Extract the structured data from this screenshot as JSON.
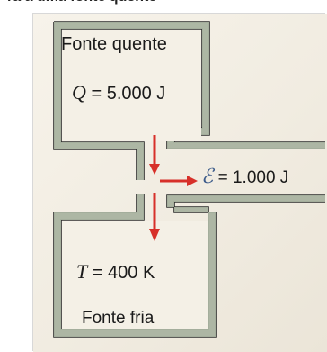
{
  "caption": {
    "partial_text": "ra a uma fonte quente"
  },
  "diagram": {
    "hot_source": {
      "title": "Fonte quente",
      "q_symbol": "Q",
      "q_value": "= 5.000 J"
    },
    "cold_source": {
      "title": "Fonte fria",
      "t_symbol": "T",
      "t_value": "= 400 K"
    },
    "work": {
      "symbol": "ℰ",
      "value": "= 1.000 J"
    },
    "colors": {
      "wall_fill": "#a9b3a0",
      "wall_stroke": "#2c2c2c",
      "arrow": "#d7302a",
      "paper": "#f4f0e6"
    }
  }
}
